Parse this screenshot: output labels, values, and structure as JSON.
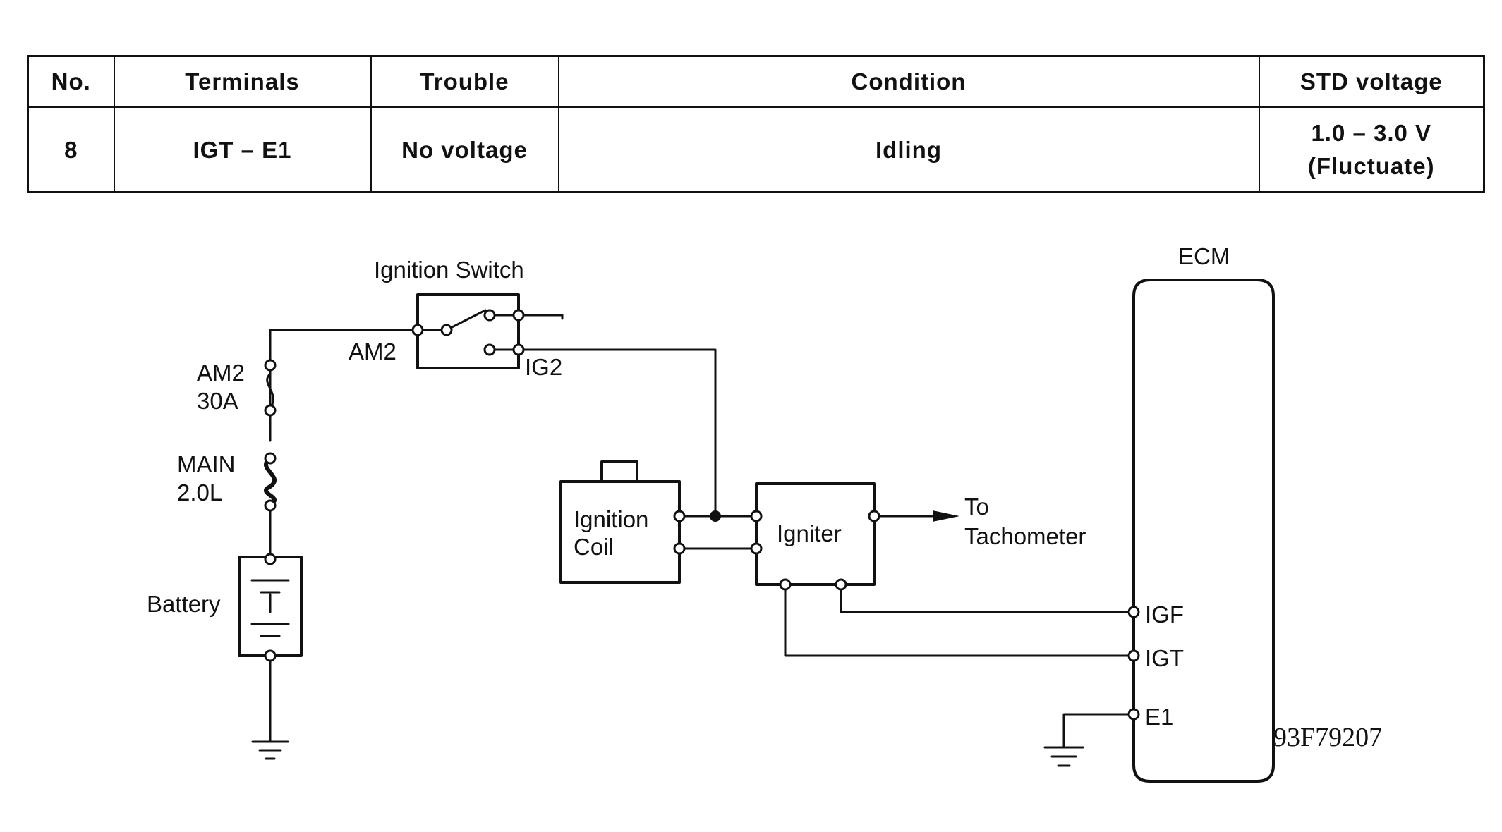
{
  "table": {
    "headers": {
      "no": "No.",
      "terminals": "Terminals",
      "trouble": "Trouble",
      "condition": "Condition",
      "std_voltage": "STD voltage"
    },
    "row": {
      "no": "8",
      "terminals": "IGT – E1",
      "trouble": "No voltage",
      "condition": "Idling",
      "std_voltage_line1": "1.0 – 3.0 V",
      "std_voltage_line2": "(Fluctuate)"
    }
  },
  "diagram": {
    "ignition_switch_label": "Ignition Switch",
    "am2_switch_terminal": "AM2",
    "ig2_terminal": "IG2",
    "fuse_name": "AM2",
    "fuse_rating": "30A",
    "fusible_link_name": "MAIN",
    "fusible_link_rating": "2.0L",
    "battery_label": "Battery",
    "ignition_coil_line1": "Ignition",
    "ignition_coil_line2": "Coil",
    "igniter_label": "Igniter",
    "tacho_line1": "To",
    "tacho_line2": "Tachometer",
    "ecm_label": "ECM",
    "igf_terminal": "IGF",
    "igt_terminal": "IGT",
    "e1_terminal": "E1",
    "figure_code": "93F79207"
  }
}
